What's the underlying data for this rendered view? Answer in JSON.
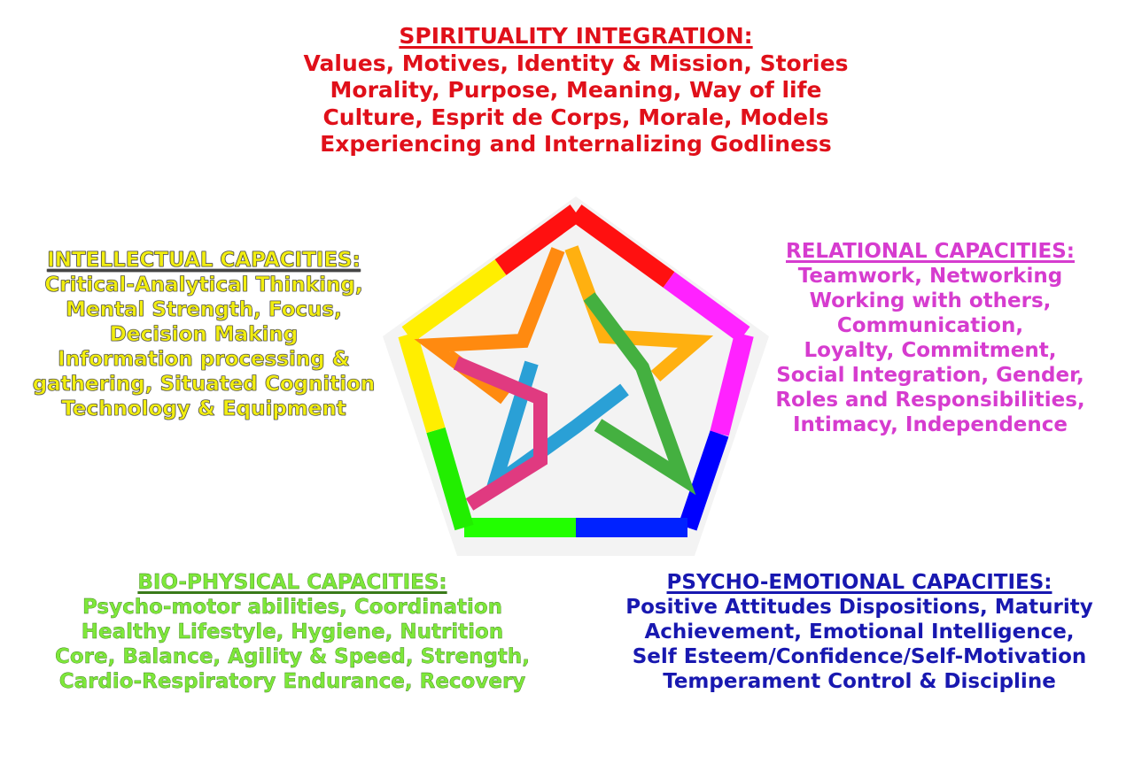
{
  "colors": {
    "spirituality": "#e0101a",
    "intellectual": "#f2ee10",
    "relational": "#d63ccf",
    "bio_physical": "#7ee83a",
    "psycho_emotional": "#1818b0"
  },
  "spirituality": {
    "heading": "SPIRITUALITY INTEGRATION:",
    "lines": [
      "Values, Motives, Identity & Mission, Stories",
      "Morality, Purpose, Meaning, Way of life",
      "Culture, Esprit de Corps, Morale, Models",
      "Experiencing and Internalizing Godliness"
    ]
  },
  "intellectual": {
    "heading": "INTELLECTUAL CAPACITIES:",
    "lines": [
      "Critical-Analytical Thinking,",
      "Mental Strength, Focus,",
      "Decision Making",
      "Information processing &",
      "gathering, Situated Cognition",
      "Technology & Equipment"
    ]
  },
  "relational": {
    "heading": "RELATIONAL CAPACITIES:",
    "lines": [
      "Teamwork, Networking",
      "Working with others,",
      "Communication,",
      "Loyalty, Commitment,",
      "Social Integration, Gender,",
      "Roles and Responsibilities,",
      "Intimacy, Independence"
    ]
  },
  "bio_physical": {
    "heading": "BIO-PHYSICAL CAPACITIES:",
    "lines": [
      "Psycho-motor abilities, Coordination",
      "Healthy Lifestyle, Hygiene, Nutrition",
      "Core, Balance, Agility & Speed, Strength,",
      "Cardio-Respiratory Endurance, Recovery"
    ]
  },
  "psycho_emotional": {
    "heading": "PSYCHO-EMOTIONAL CAPACITIES:",
    "lines": [
      "Positive Attitudes Dispositions, Maturity",
      "Achievement, Emotional Intelligence,",
      "Self Esteem/Confidence/Self-Motivation",
      "Temperament Control & Discipline"
    ]
  },
  "emblem": {
    "pentagon_segments": [
      "#ff0000",
      "#ff22ff",
      "#0000ff",
      "#0033ff",
      "#22ff00",
      "#33dd11",
      "#ffee00",
      "#ffff11"
    ],
    "star_strokes": [
      "#ff8a00",
      "#ffb400",
      "#44b040",
      "#2aa0d0",
      "#e03a80"
    ]
  }
}
